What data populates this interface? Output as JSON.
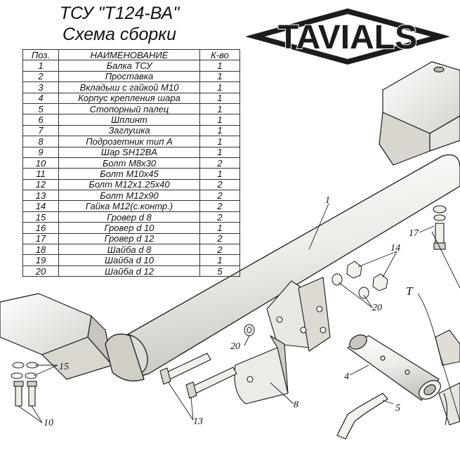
{
  "title": {
    "line1": "ТСУ \"Т124-ВА\"",
    "line2": "Схема сборки"
  },
  "logo": {
    "text": "TAVIALS"
  },
  "table": {
    "headers": [
      "Поз.",
      "НАИМЕНОВАНИЕ",
      "К-во"
    ],
    "rows": [
      [
        "1",
        "Балка ТСУ",
        "1"
      ],
      [
        "2",
        "Проставка",
        "1"
      ],
      [
        "3",
        "Вкладыш с гайкой М10",
        "1"
      ],
      [
        "4",
        "Корпус крепления шара",
        "1"
      ],
      [
        "5",
        "Стопорный палец",
        "1"
      ],
      [
        "6",
        "Шплинт",
        "1"
      ],
      [
        "7",
        "Заглушка",
        "1"
      ],
      [
        "8",
        "Подрозетник тип А",
        "1"
      ],
      [
        "9",
        "Шар SH12BA",
        "1"
      ],
      [
        "10",
        "Болт М8х30",
        "2"
      ],
      [
        "11",
        "Болт М10х45",
        "1"
      ],
      [
        "12",
        "Болт М12х1.25х40",
        "2"
      ],
      [
        "13",
        "Болт М12х90",
        "2"
      ],
      [
        "14",
        "Гайка М12(с.контр.)",
        "2"
      ],
      [
        "15",
        "Гровер d 8",
        "2"
      ],
      [
        "16",
        "Гровер d 10",
        "1"
      ],
      [
        "17",
        "Гровер d 12",
        "2"
      ],
      [
        "18",
        "Шайба d 8",
        "2"
      ],
      [
        "19",
        "Шайба d 10",
        "1"
      ],
      [
        "20",
        "Шайба d 12",
        "5"
      ]
    ]
  },
  "callouts": {
    "c1": "1",
    "c4": "4",
    "c5": "5",
    "c8": "8",
    "c10": "10",
    "c13": "13",
    "c14": "14",
    "c15": "15",
    "c17": "17",
    "c20a": "20",
    "c20b": "20",
    "cT": "T"
  },
  "colors": {
    "metal": "#efeeea",
    "outline": "#1a1a1a",
    "shade": "#cfcdc6",
    "logo_dark": "#1c1c1c"
  }
}
